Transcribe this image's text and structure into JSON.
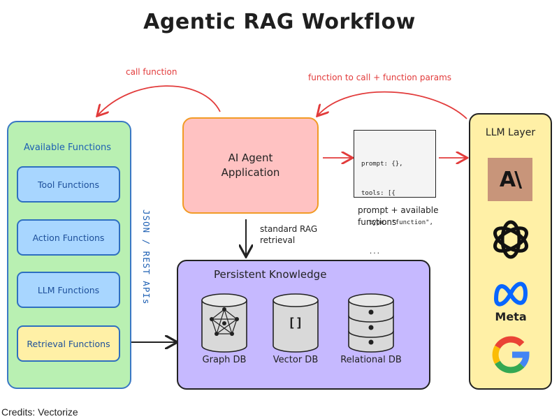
{
  "title": "Agentic RAG Workflow",
  "available_functions": {
    "title": "Available Functions",
    "items": [
      {
        "label": "Tool Functions"
      },
      {
        "label": "Action Functions"
      },
      {
        "label": "LLM Functions"
      },
      {
        "label": "Retrieval Functions"
      }
    ],
    "side_label": "JSON / REST APIs"
  },
  "agent": {
    "line1": "AI Agent",
    "line2": "Application"
  },
  "arrows": {
    "call_function": "call function",
    "function_to_call": "function to call + function params",
    "standard_rag_line1": "standard RAG",
    "standard_rag_line2": "retrieval"
  },
  "prompt_code": {
    "lines": [
      "prompt: {},",
      "tools: [{",
      "  type: \"function\",",
      "  ...",
      "}]"
    ],
    "caption_line1": "prompt + available",
    "caption_line2": "functions"
  },
  "knowledge": {
    "title": "Persistent Knowledge",
    "dbs": [
      {
        "label": "Graph DB",
        "icon": "graph-icon"
      },
      {
        "label": "Vector DB",
        "icon": "vector-icon",
        "glyph": "[]"
      },
      {
        "label": "Relational DB",
        "icon": "database-stack-icon"
      }
    ]
  },
  "llm_layer": {
    "title": "LLM Layer",
    "providers": [
      {
        "name": "anthropic",
        "icon": "anthropic-logo",
        "glyph": "A\\",
        "color": "#c8957a"
      },
      {
        "name": "openai",
        "icon": "openai-logo"
      },
      {
        "name": "meta",
        "icon": "meta-logo",
        "label": "Meta",
        "color": "#0866ff"
      },
      {
        "name": "google",
        "icon": "google-logo"
      }
    ]
  },
  "colors": {
    "functions_panel": "#b9f0b2",
    "function_item": "#a8d6ff",
    "retrieval_item": "#fff0a6",
    "agent_box": "#ffc2c2",
    "knowledge_box": "#c6b9ff",
    "llm_panel": "#fff0a6",
    "arrow_red": "#e23b3b"
  },
  "credits": "Credits: Vectorize"
}
